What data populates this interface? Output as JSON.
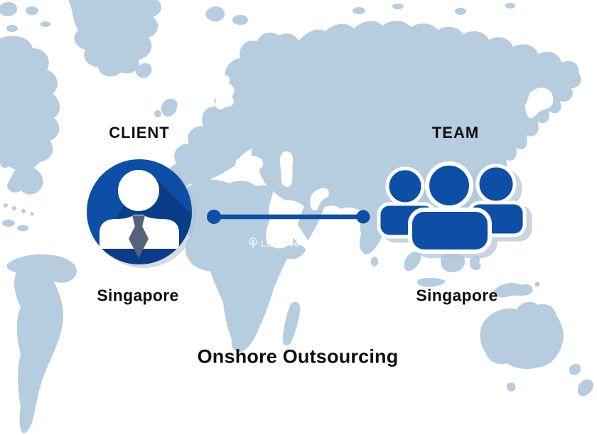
{
  "diagram": {
    "title": "Onshore Outsourcing",
    "client": {
      "heading": "CLIENT",
      "location": "Singapore"
    },
    "team": {
      "heading": "TEAM",
      "location": "Singapore"
    },
    "watermark": {
      "brand": "LinkTree"
    }
  },
  "colors": {
    "background": "#ffffff",
    "map_land": "#b5cdde",
    "primary_blue": "#0d4ea6",
    "shadow_blue": "#0a3c88",
    "tie_slate": "#55627b",
    "text": "#0d0d0d",
    "watermark_text": "#f3f7fa"
  }
}
